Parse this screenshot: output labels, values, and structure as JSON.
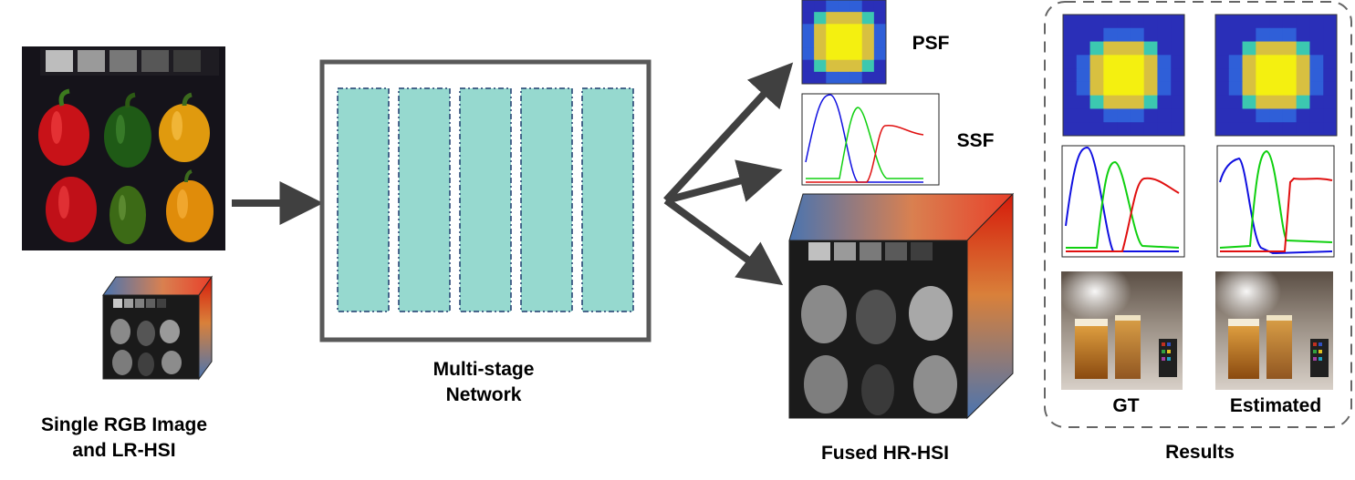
{
  "labels": {
    "input_line1": "Single RGB Image",
    "input_line2": "and LR-HSI",
    "network_line1": "Multi-stage",
    "network_line2": "Network",
    "psf": "PSF",
    "ssf": "SSF",
    "fused": "Fused HR-HSI",
    "gt": "GT",
    "estimated": "Estimated",
    "results": "Results"
  },
  "colors": {
    "arrow": "#404040",
    "stage_fill": "#96d9cf",
    "stage_border": "#1f3b6e",
    "network_border": "#595959",
    "results_border": "#666666",
    "ssf_blue": "#1010e0",
    "ssf_green": "#10d010",
    "ssf_red": "#e01010"
  },
  "icons": {
    "rgb_image": "bell-peppers-photo",
    "lr_hsi": "hyperspectral-cube-icon",
    "fused_hsi": "hyperspectral-cube-icon",
    "psf_heatmap": "psf-heatmap",
    "ssf_plot": "ssf-curves-plot",
    "beer_photo": "beer-glasses-photo"
  }
}
